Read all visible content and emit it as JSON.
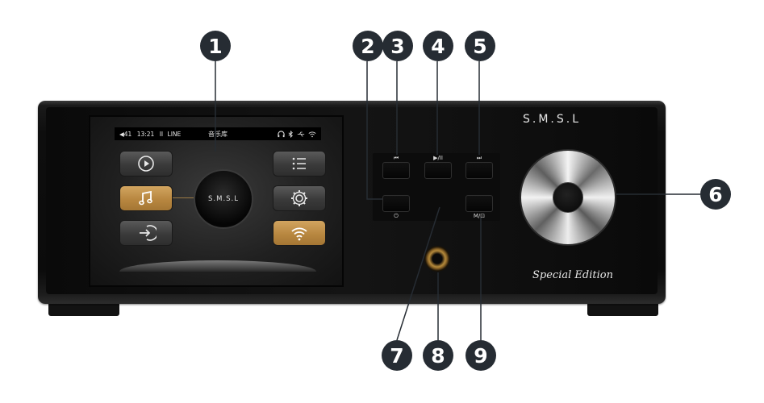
{
  "callouts": [
    "1",
    "2",
    "3",
    "4",
    "5",
    "6",
    "7",
    "8",
    "9"
  ],
  "device": {
    "brand": "S.M.S.L",
    "edition": "Special Edition",
    "panel": {
      "prev_glyph": "⏮",
      "play_glyph": "▶/II",
      "next_glyph": "⏭",
      "power_glyph": "⏻",
      "mode_glyph": "M/⊡"
    }
  },
  "screen": {
    "status": {
      "volume": "◀41",
      "time": "13:21",
      "pause": "II",
      "source": "LINE",
      "title": "音乐库",
      "icons": [
        "headphone-icon",
        "bluetooth-icon",
        "usb-icon",
        "wifi-icon"
      ]
    },
    "center_logo": "S.M.S.L",
    "tiles": {
      "left": [
        "play-icon",
        "music-note-icon",
        "input-arrow-icon"
      ],
      "right": [
        "menu-list-icon",
        "settings-gear-icon",
        "wifi-icon"
      ]
    },
    "colors": {
      "gold": "#c9994f",
      "tile_gray": "#4a4a4a"
    }
  },
  "colors": {
    "callout": "#262c33",
    "device_body": "#0e0e0e"
  }
}
